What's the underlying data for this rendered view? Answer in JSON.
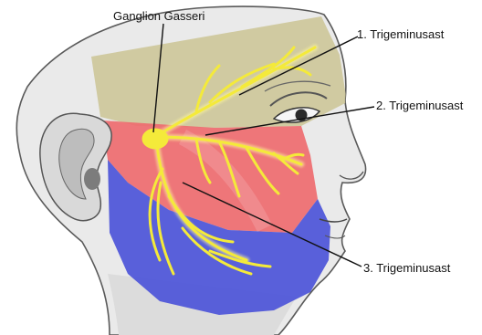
{
  "labels": {
    "ganglion": "Ganglion Gasseri",
    "branch_1": "1. Trigeminusast",
    "branch_2": "2. Trigeminusast",
    "branch_3": "3. Trigeminusast"
  },
  "colors": {
    "skin": "#eaeaea",
    "skin_shadow": "#c9c9c9",
    "outline": "#5a5a5a",
    "region_v1": "#cdc79a",
    "region_v2": "#ee6b6f",
    "region_v3": "#4d55d8",
    "nerve": "#f4ea3a",
    "nerve_glow": "#fff89a",
    "leader_line": "#111111"
  },
  "icons": {
    "figure": "head-profile-illustration",
    "ear": "ear-icon",
    "eye": "eye-icon"
  }
}
